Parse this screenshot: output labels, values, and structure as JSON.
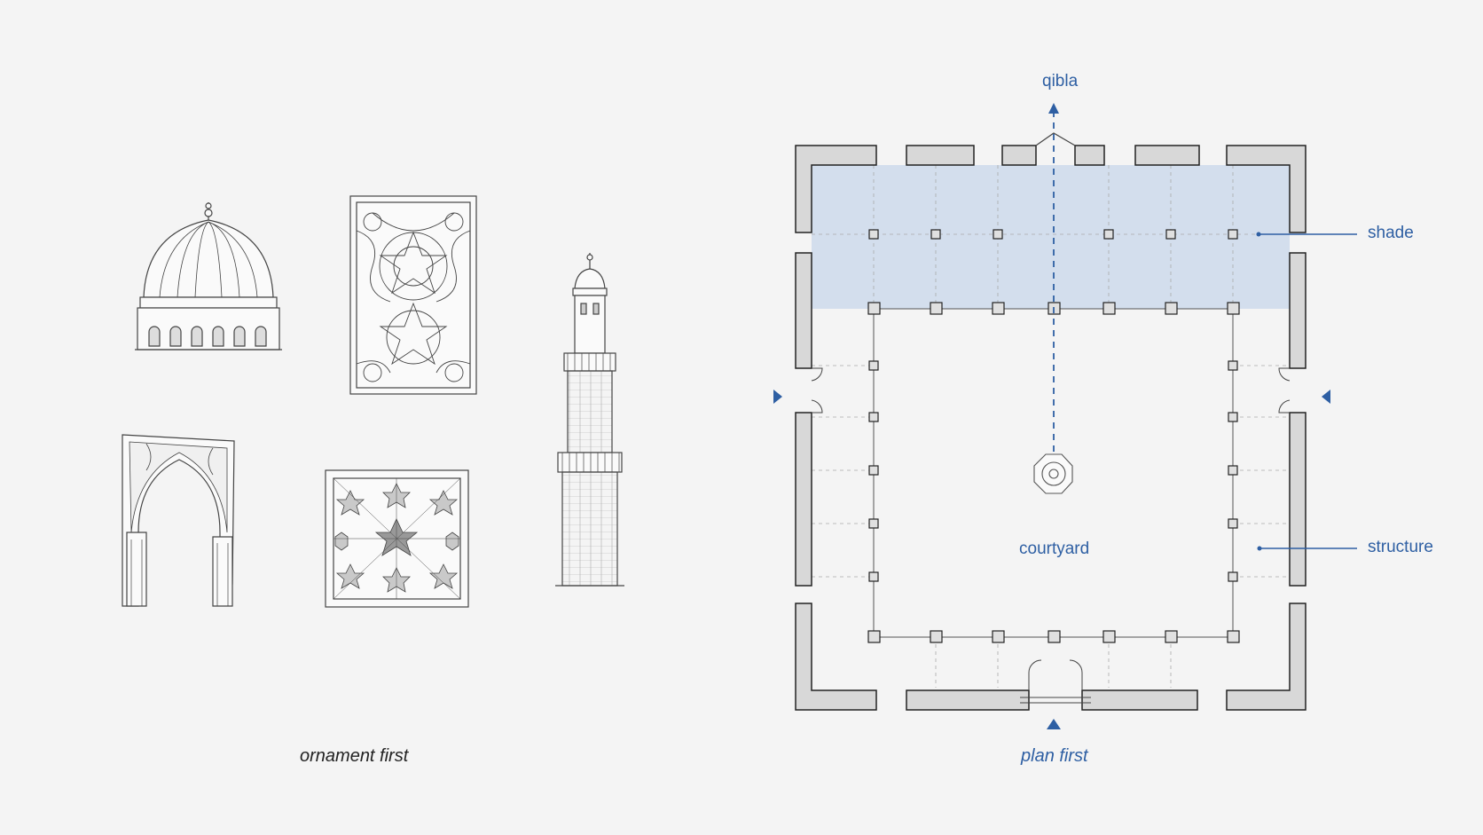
{
  "left_panel": {
    "caption": "ornament first",
    "items": [
      "dome-sketch",
      "carved-panel",
      "minaret-sketch",
      "arch-sketch",
      "star-tile-panel"
    ]
  },
  "right_panel": {
    "caption": "plan first",
    "labels": {
      "qibla": "qibla",
      "shade": "shade",
      "courtyard": "courtyard",
      "structure": "structure"
    }
  },
  "colors": {
    "background": "#f4f4f4",
    "accent": "#2e5fa3",
    "shade_fill": "#cfdcec",
    "wall_fill": "#d8d8d8",
    "ink": "#333333"
  }
}
